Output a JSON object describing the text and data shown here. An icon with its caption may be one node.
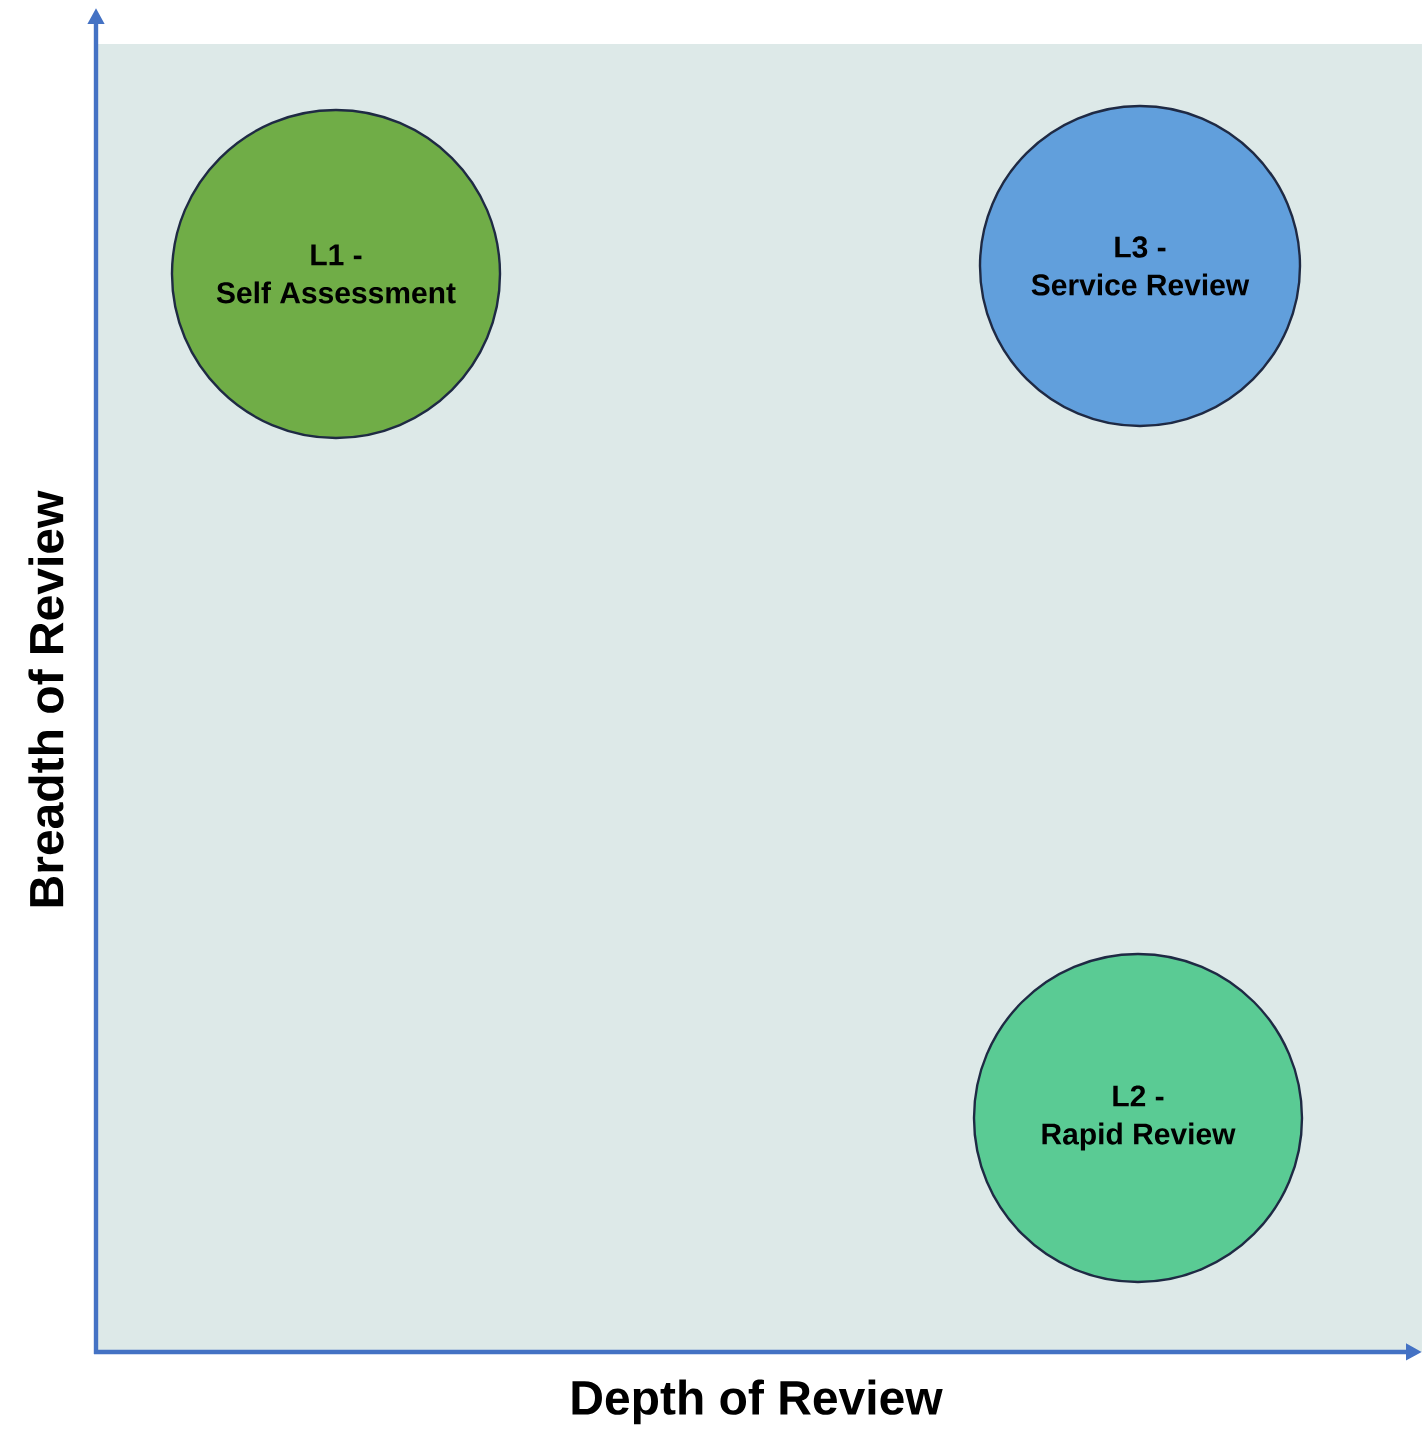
{
  "diagram": {
    "nodes": [
      {
        "text": [
          "L1 - Self Assessment"
        ]
      },
      {
        "text": [
          "L3 - Service Review"
        ]
      },
      {
        "text": [
          "L2 - Rapid Review"
        ]
      }
    ],
    "labels": [
      "Breadth of Review",
      "Depth of Review"
    ]
  }
}
